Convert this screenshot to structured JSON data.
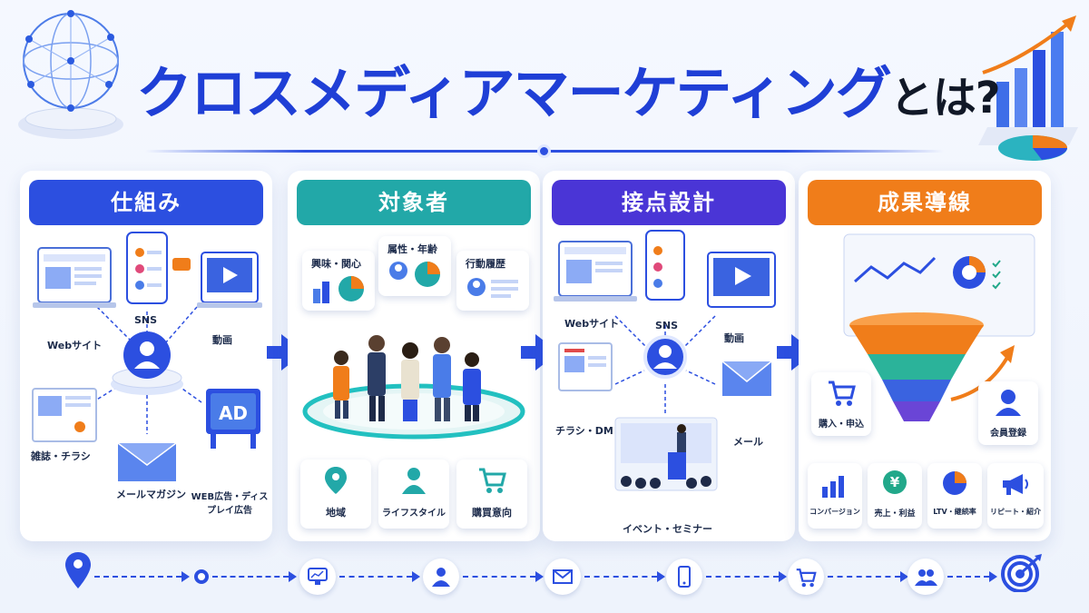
{
  "title": {
    "main": "クロスメディアマーケティング",
    "suffix": "とは?"
  },
  "colors": {
    "blue": "#2c4fe0",
    "teal": "#22a8a8",
    "purple": "#4a35d6",
    "orange": "#f07d1a"
  },
  "panels": [
    {
      "heading": "仕組み",
      "labels": {
        "web": "Webサイト",
        "sns": "SNS",
        "video": "動画",
        "magazine": "雑誌・チラシ",
        "ad_sign": "AD",
        "ad": "WEB広告・ディスプレイ広告",
        "mail": "メールマガジン"
      }
    },
    {
      "heading": "対象者",
      "bubbles": {
        "interest": "興味・関心",
        "attribute": "属性・年齢",
        "behavior": "行動履歴"
      },
      "items": [
        "地域",
        "ライフスタイル",
        "購買意向"
      ]
    },
    {
      "heading": "接点設計",
      "labels": {
        "web": "Webサイト",
        "sns": "SNS",
        "video": "動画",
        "flyer": "チラシ・DM",
        "mail": "メール",
        "event": "イベント・セミナー"
      }
    },
    {
      "heading": "成果導線",
      "sides": {
        "purchase": "購入・申込",
        "member": "会員登録"
      },
      "items": [
        "コンバージョン",
        "売上・利益",
        "LTV・継続率",
        "リピート・紹介"
      ],
      "yen": "¥"
    }
  ]
}
